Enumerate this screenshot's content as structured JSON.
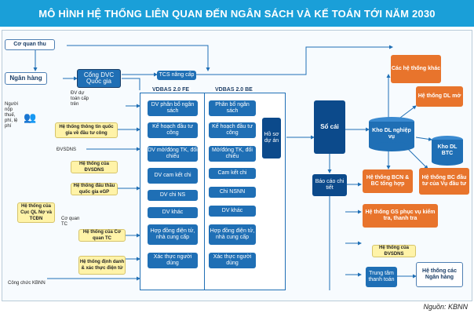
{
  "title": "MÔ HÌNH HỆ THỐNG LIÊN QUAN ĐẾN NGÂN SÁCH VÀ KẾ TOÁN TỚI NĂM 2030",
  "source": "Nguồn: KBNN",
  "left": {
    "co_quan_thu": "Cơ quan thu",
    "ngan_hang": "Ngân hàng",
    "nguoi_nop": "Người nộp thuế, phí, lệ phí",
    "ht_thong_tin": "Hệ thống thông tin quốc gia về đầu tư công",
    "dvsdns": "ĐVSDNS",
    "ht_cua_dvsdns": "Hệ thống của ĐVSDNS",
    "ht_dau_thau": "Hệ thống đấu thầu quốc gia eGP",
    "ht_cuc_ql": "Hệ thống của Cục QL Nợ và TCĐN",
    "co_quan_tc": "Cơ quan TC",
    "ht_co_quan_tc": "Hệ thống của Cơ quan TC",
    "ht_dinh_danh": "Hệ thống định danh & xác thực điện tử",
    "cong_chuc": "Công chức KBNN"
  },
  "center": {
    "cong_dvc": "Cổng DVC Quốc gia",
    "dv_du_toan": "ĐV dự toán cấp trên",
    "tcs": "TCS nâng cấp",
    "vdbas_fe": "VDBAS 2.0 FE",
    "vdbas_be": "VDBAS 2.0 BE",
    "fe_items": [
      "DV phân bổ ngân sách",
      "Kế hoạch đầu tư công",
      "DV mở/đóng TK, đối chiếu",
      "DV cam kết chi",
      "DV chi NS",
      "DV khác",
      "Hợp đồng điện tử, nhà cung cấp",
      "Xác thực người dùng"
    ],
    "be_items": [
      "Phân bổ ngân sách",
      "Kế hoạch đầu tư công",
      "Mở/đóng TK, đối chiếu",
      "Cam kết chi",
      "Chi NSNN",
      "DV khác",
      "Hợp đồng điện tử, nhà cung cấp",
      "Xác thực người dùng"
    ],
    "ho_so_du_an": "Hồ sơ dự án"
  },
  "right": {
    "so_cai": "Sổ cái",
    "bao_cao": "Báo cáo chi tiết",
    "kho_dl_nv": "Kho DL nghiệp vụ",
    "kho_dl_btc": "Kho DL BTC",
    "ht_khac": "Các hệ thống khác",
    "ht_dl_mo": "Hệ thống DL mở",
    "ht_bcn": "Hệ thống BCN & BC tổng hợp",
    "ht_bc_dau_tu": "Hệ thống BC đầu tư của Vụ đầu tư",
    "ht_gs": "Hệ thống GS phục vụ kiểm tra, thanh tra",
    "ht_cua_dvsdns": "Hệ thống của ĐVSDNS",
    "trung_tam_tt": "Trung tâm thanh toán",
    "ht_ngan_hang": "Hệ thống các Ngân hàng"
  }
}
